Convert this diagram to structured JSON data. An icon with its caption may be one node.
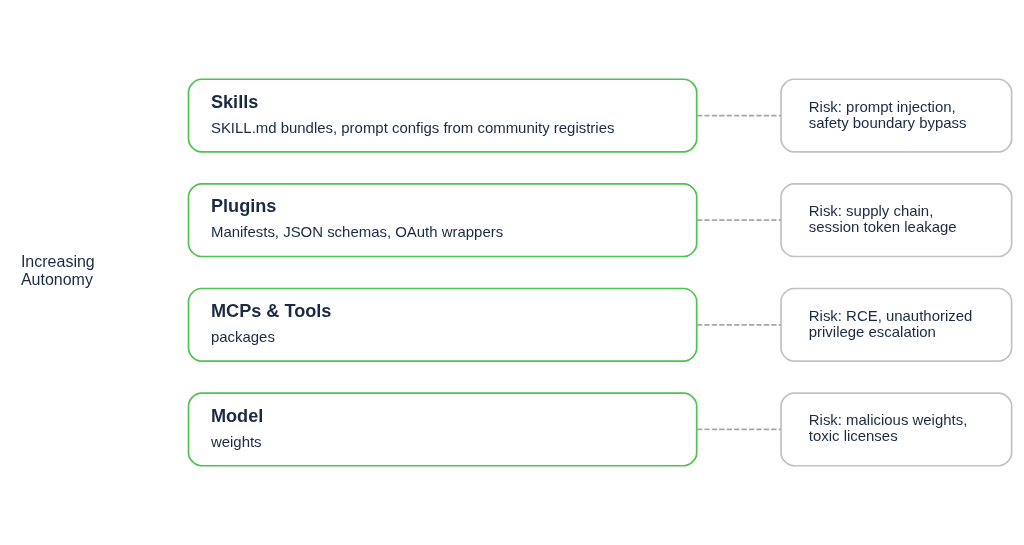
{
  "diagram": {
    "nodes": [
      {
        "text": [
          "Skills",
          "SKILL.md bundles, prompt configs from community registries"
        ]
      },
      {
        "text": [
          "Risk: prompt injection, safety boundary bypass"
        ]
      },
      {
        "text": [
          "Plugins",
          "Manifests, JSON schemas, OAuth wrappers"
        ]
      },
      {
        "text": [
          "Risk: supply chain, session token leakage"
        ]
      },
      {
        "text": [
          "MCPs & Tools",
          "packages"
        ]
      },
      {
        "text": [
          "Risk: RCE, unauthorized privilege escalation"
        ]
      },
      {
        "text": [
          "Model",
          "weights"
        ]
      },
      {
        "text": [
          "Risk: malicious weights, toxic licenses"
        ]
      }
    ],
    "edges": [
      {
        "from": 0,
        "to": 1,
        "arrow": "none",
        "style": "dashed"
      },
      {
        "from": 2,
        "to": 3,
        "arrow": "none",
        "style": "dashed"
      },
      {
        "from": 4,
        "to": 5,
        "arrow": "none",
        "style": "dashed"
      },
      {
        "from": 6,
        "to": 7,
        "arrow": "none",
        "style": "dashed"
      }
    ],
    "labels": [
      "Increasing Autonomy"
    ]
  }
}
